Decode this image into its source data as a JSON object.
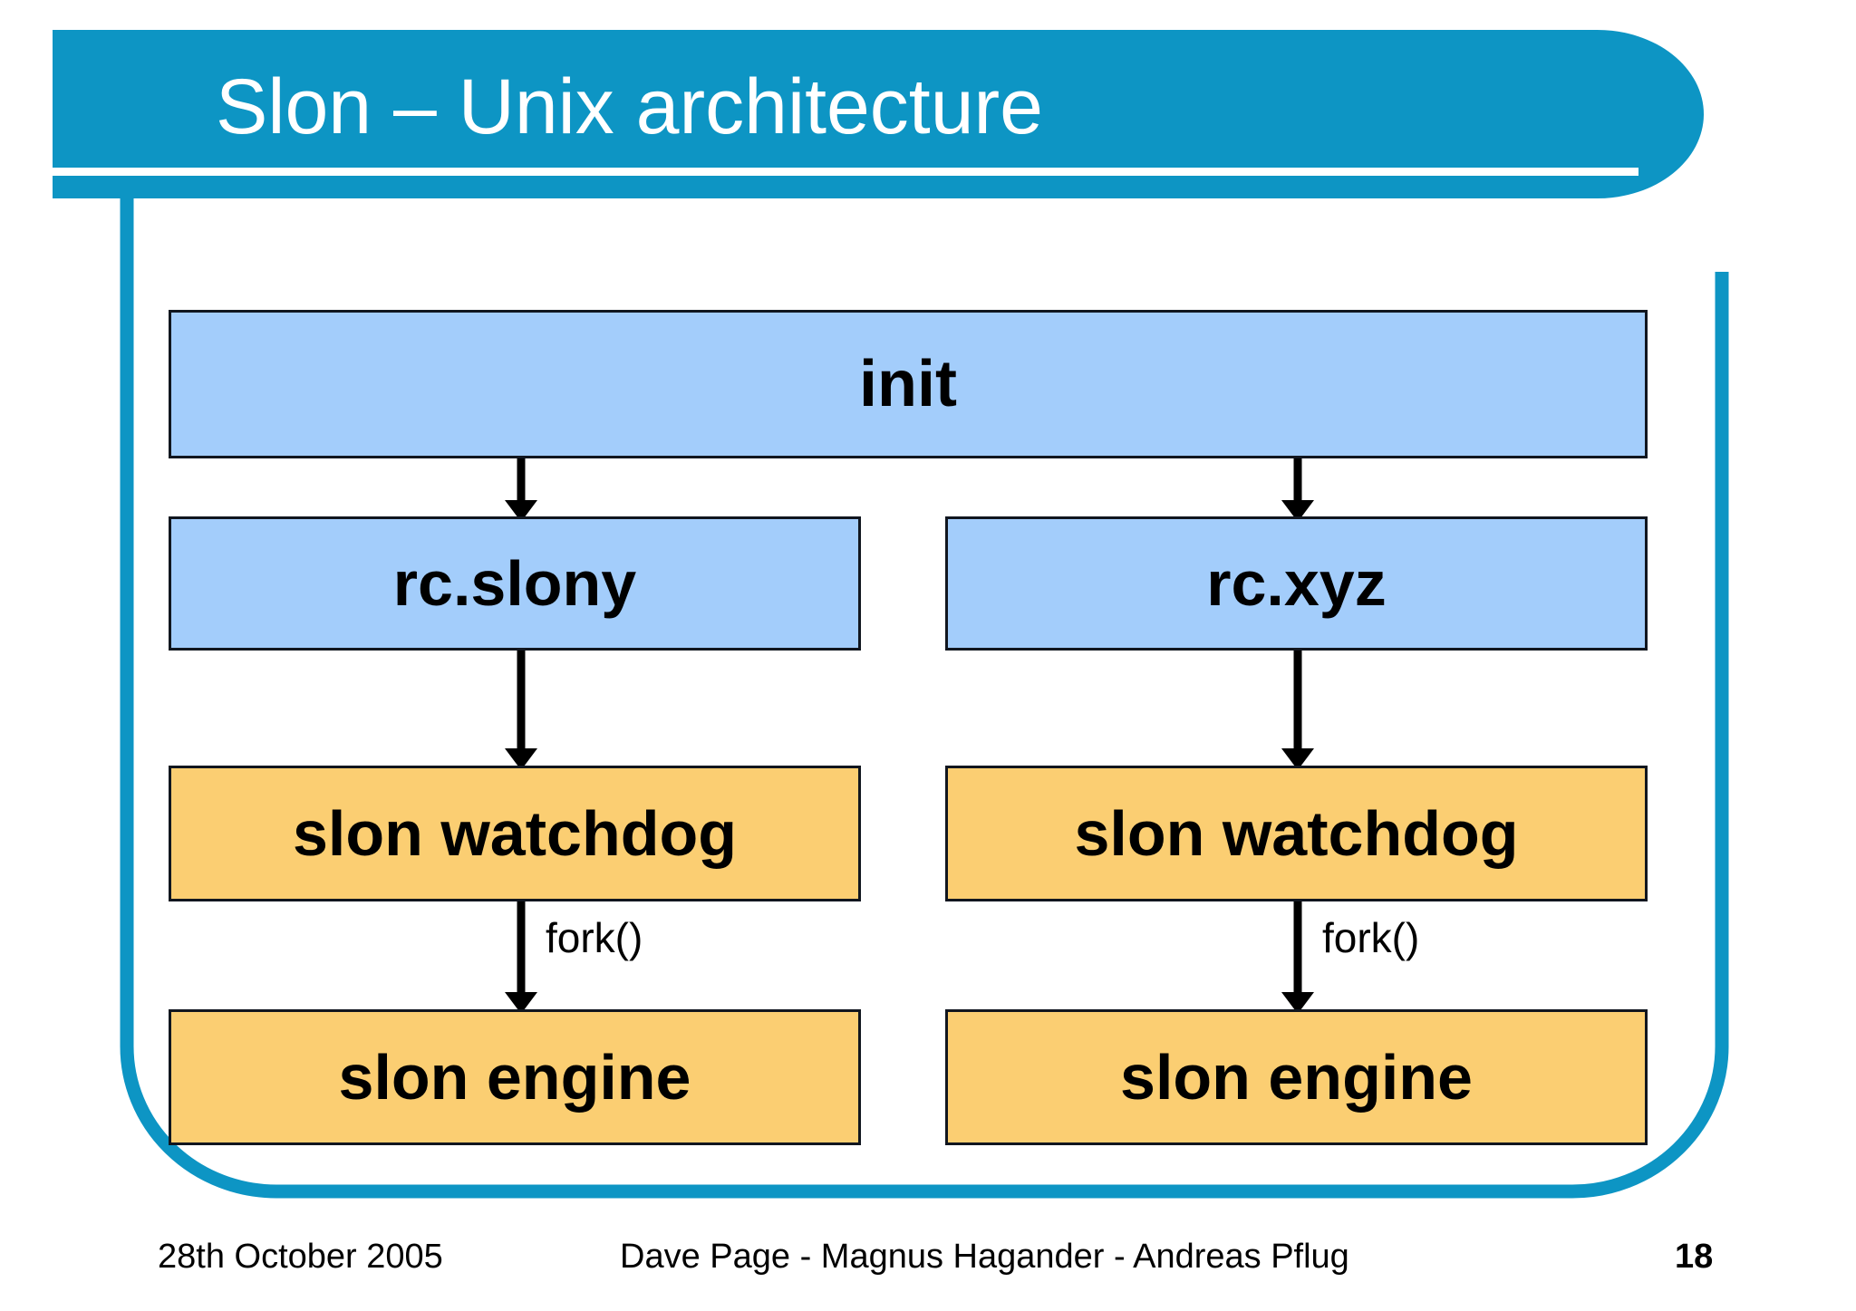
{
  "slide": {
    "title": "Slon – Unix architecture",
    "accent_color": "#0d95c4",
    "node_blue_color": "#a3cdfb",
    "node_orange_color": "#fbce72",
    "background_color": "#ffffff"
  },
  "diagram": {
    "type": "flowchart",
    "nodes": [
      {
        "id": "init",
        "label": "init",
        "color": "#a3cdfb",
        "column": "full"
      },
      {
        "id": "rc-slony",
        "label": "rc.slony",
        "color": "#a3cdfb",
        "column": "left"
      },
      {
        "id": "rc-xyz",
        "label": "rc.xyz",
        "color": "#a3cdfb",
        "column": "right"
      },
      {
        "id": "wd-left",
        "label": "slon watchdog",
        "color": "#fbce72",
        "column": "left"
      },
      {
        "id": "wd-right",
        "label": "slon watchdog",
        "color": "#fbce72",
        "column": "right"
      },
      {
        "id": "eng-left",
        "label": "slon engine",
        "color": "#fbce72",
        "column": "left"
      },
      {
        "id": "eng-right",
        "label": "slon engine",
        "color": "#fbce72",
        "column": "right"
      }
    ],
    "edges": [
      {
        "from": "init",
        "to": "rc-slony",
        "label": ""
      },
      {
        "from": "init",
        "to": "rc-xyz",
        "label": ""
      },
      {
        "from": "rc-slony",
        "to": "wd-left",
        "label": ""
      },
      {
        "from": "rc-xyz",
        "to": "wd-right",
        "label": ""
      },
      {
        "from": "wd-left",
        "to": "eng-left",
        "label": "fork()"
      },
      {
        "from": "wd-right",
        "to": "eng-right",
        "label": "fork()"
      }
    ],
    "edge_labels": {
      "fork_left": "fork()",
      "fork_right": "fork()"
    }
  },
  "footer": {
    "date": "28th October 2005",
    "authors": "Dave Page - Magnus Hagander - Andreas Pflug",
    "page_number": "18"
  }
}
